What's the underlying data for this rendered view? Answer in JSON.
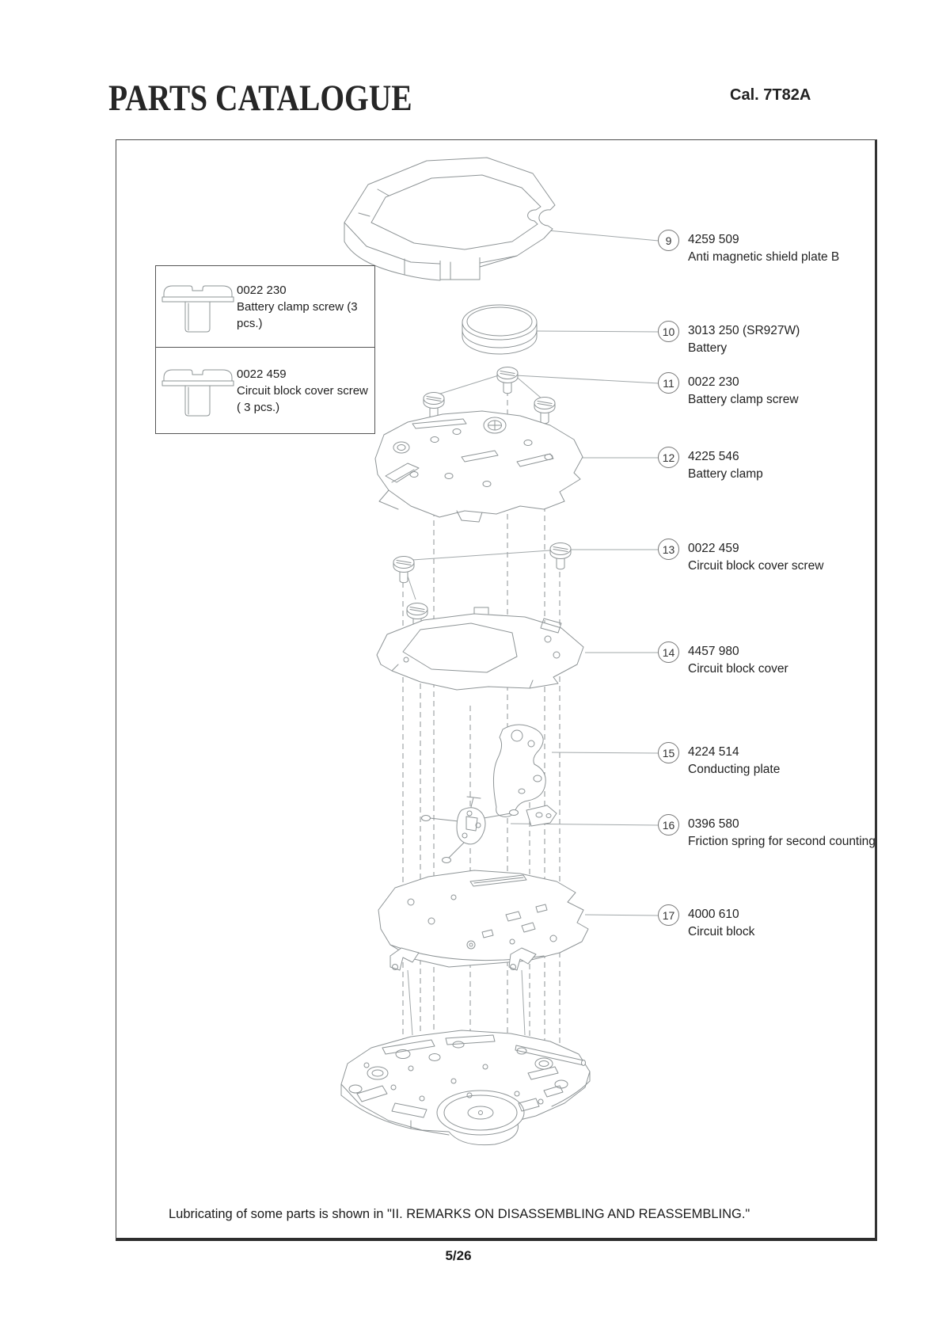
{
  "page": {
    "title": "PARTS CATALOGUE",
    "caliber": "Cal. 7T82A",
    "page_number": "5/26",
    "footnote": "Lubricating of some parts is shown in \"II. REMARKS ON DISASSEMBLING AND REASSEMBLING.\""
  },
  "inset_box": {
    "items": [
      {
        "part_number": "0022 230",
        "name": "Battery clamp screw (3 pcs.)"
      },
      {
        "part_number": "0022 459",
        "name": "Circuit block cover screw",
        "name_line2": "( 3 pcs.)"
      }
    ]
  },
  "callouts": [
    {
      "ref": "9",
      "part_number": "4259 509",
      "name": "Anti magnetic shield plate B"
    },
    {
      "ref": "10",
      "part_number": "3013 250 (SR927W)",
      "name": "Battery"
    },
    {
      "ref": "11",
      "part_number": "0022 230",
      "name": "Battery clamp screw"
    },
    {
      "ref": "12",
      "part_number": "4225 546",
      "name": "Battery clamp"
    },
    {
      "ref": "13",
      "part_number": "0022 459",
      "name": "Circuit block cover screw"
    },
    {
      "ref": "14",
      "part_number": "4457 980",
      "name": "Circuit block cover"
    },
    {
      "ref": "15",
      "part_number": "4224 514",
      "name": "Conducting plate"
    },
    {
      "ref": "16",
      "part_number": "0396 580",
      "name": "Friction spring for second counting"
    },
    {
      "ref": "17",
      "part_number": "4000 610",
      "name": "Circuit block"
    }
  ],
  "colors": {
    "text": "#1c1c1c",
    "line_art": "#8e9496",
    "frame_border": "#3a3a3a",
    "paper": "#ffffff"
  }
}
